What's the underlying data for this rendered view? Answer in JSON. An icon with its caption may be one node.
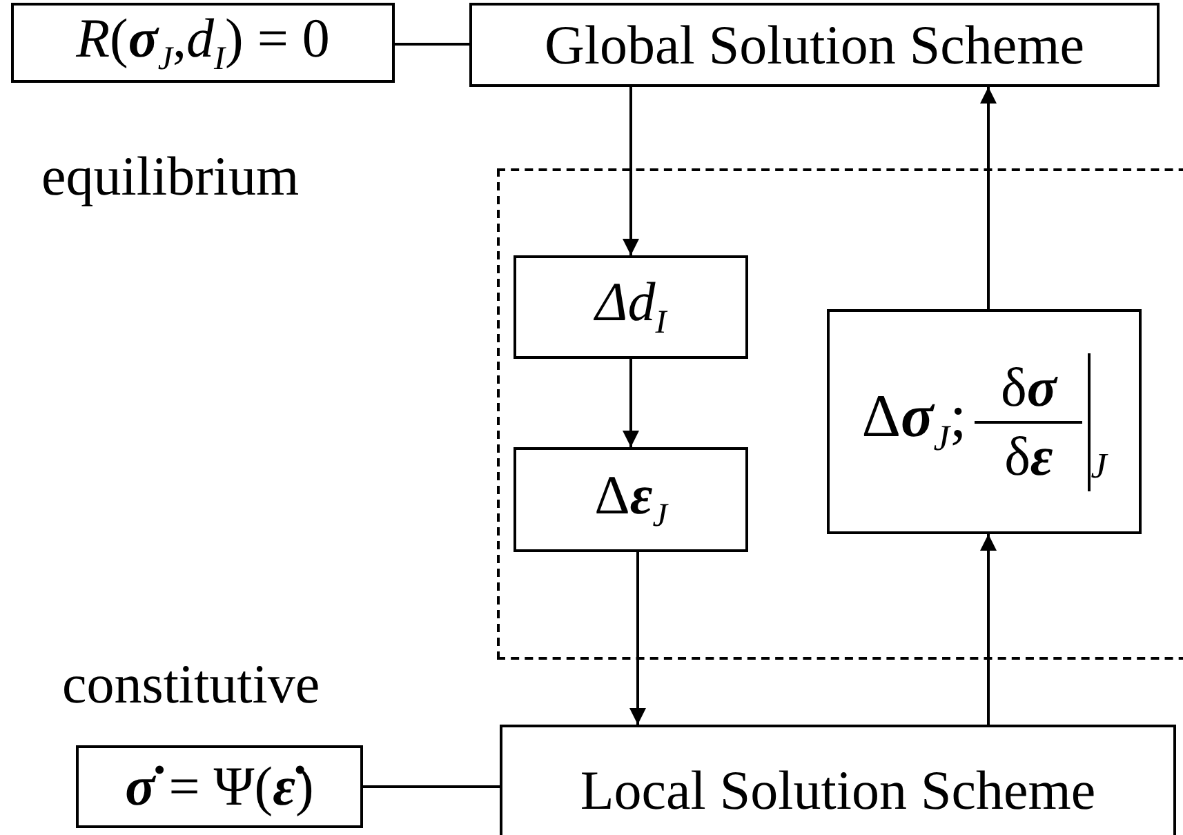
{
  "diagram": {
    "nodes": [
      {
        "text": [
          "*R*(**σ**$_{J}$,*d*$_{I}$) = 0"
        ]
      },
      {
        "text": [
          "Global Solution Scheme"
        ]
      },
      {
        "text": [],
        "shape": "box"
      },
      {
        "text": [
          "*Δd*$_{I}$"
        ],
        "in": 2
      },
      {
        "text": [
          "Δ**ε**$_{J}$"
        ],
        "in": 2
      },
      {
        "text": [
          "Δ**σ**$_{J}$;",
          "δ**σ**",
          "δ**ε**",
          "J"
        ],
        "in": 2
      },
      {
        "text": [
          "Local Solution Scheme"
        ]
      },
      {
        "text": [
          "**σ̇** = Ψ(**ε̇**)"
        ]
      }
    ],
    "edges": [
      {
        "from": 0,
        "to": 1,
        "arrow": "none"
      },
      {
        "from": 1,
        "to": 3,
        "arrow": "to"
      },
      {
        "from": 3,
        "to": 4,
        "arrow": "to"
      },
      {
        "from": 4,
        "to": 6,
        "arrow": "to"
      },
      {
        "from": 6,
        "to": 5,
        "arrow": "to"
      },
      {
        "from": 5,
        "to": 1,
        "arrow": "to"
      },
      {
        "from": 7,
        "to": 6,
        "arrow": "none"
      }
    ],
    "labels": [
      "equilibrium",
      "constitutive"
    ]
  }
}
